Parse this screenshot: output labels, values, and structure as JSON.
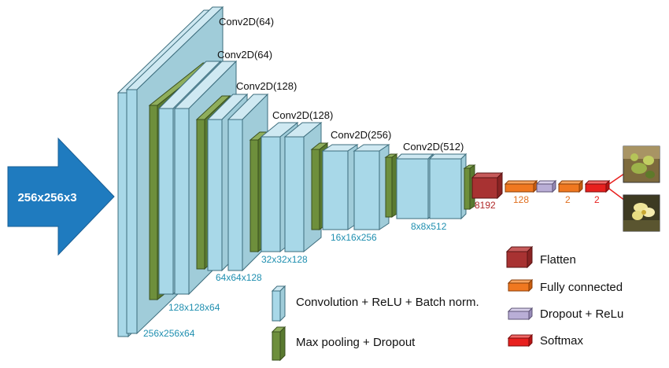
{
  "input": {
    "label": "256x256x3"
  },
  "conv_titles": [
    "Conv2D(64)",
    "Conv2D(64)",
    "Conv2D(128)",
    "Conv2D(128)",
    "Conv2D(256)",
    "Conv2D(512)"
  ],
  "dims": [
    "256x256x64",
    "128x128x64",
    "64x64x128",
    "32x32x128",
    "16x16x256",
    "8x8x512"
  ],
  "outputs": {
    "flatten": "8192",
    "fc": "128",
    "dropout_out": "2",
    "softmax_out": "2"
  },
  "legend": {
    "conv": "Convolution + ReLU + Batch norm.",
    "pool": "Max pooling + Dropout",
    "flatten": "Flatten",
    "fc": "Fully connected",
    "dropout": "Dropout + ReLu",
    "softmax": "Softmax"
  },
  "colors": {
    "conv": "#a8d8e8",
    "pool": "#6e8f3c",
    "flatten": "#a83232",
    "fc": "#f07820",
    "dropout": "#b9aed6",
    "softmax": "#e8201e",
    "arrow": "#1f7bbf",
    "dims_text": "#1f8fb0"
  },
  "images": [
    {
      "icon": "plant-bud-thumbnail-icon"
    },
    {
      "icon": "yellow-flower-thumbnail-icon"
    }
  ]
}
